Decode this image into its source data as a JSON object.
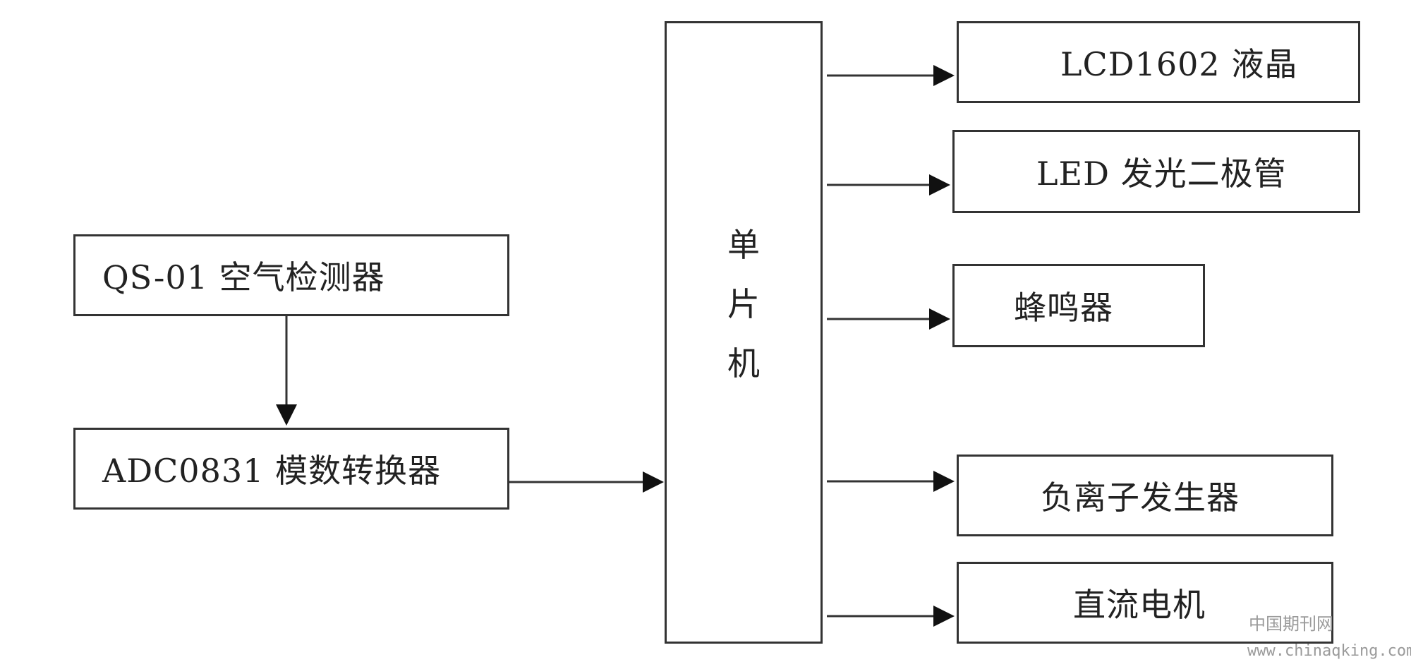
{
  "diagram": {
    "sensor": "QS-01 空气检测器",
    "adc": "ADC0831 模数转换器",
    "mcu": [
      "单",
      "片",
      "机"
    ],
    "outputs": {
      "lcd": "LCD1602 液晶",
      "led": "LED 发光二极管",
      "buzzer": "蜂鸣器",
      "ion": "负离子发生器",
      "motor": "直流电机"
    }
  },
  "watermark": {
    "site_name": "中国期刊网",
    "url": "www.chinaqking.com"
  }
}
